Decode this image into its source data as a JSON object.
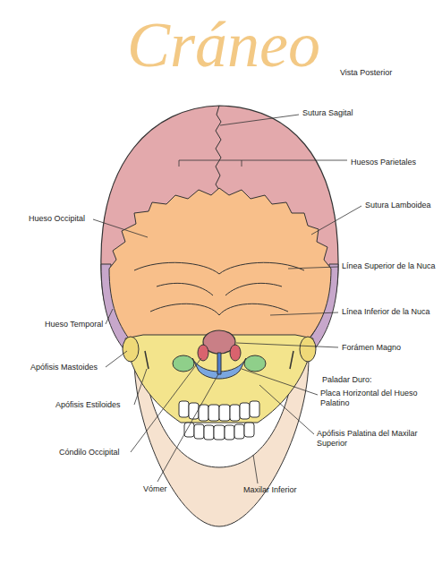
{
  "diagram": {
    "title": "Cráneo",
    "labels": [
      "Vista Posterior",
      "Sutura Sagital",
      "Huesos Parietales",
      "Sutura Lamboidea",
      "Hueso Occipital",
      "Línea Superior de la Nuca",
      "Línea Inferior de la Nuca",
      "Hueso Temporal",
      "Forámen Magno",
      "Apófisis Mastoides",
      "Paladar Duro:",
      "Placa Horizontal del Hueso Palatino",
      "Apófisis Estiloides",
      "Apófisis Palatina del Maxilar Superior",
      "Cóndilo Occipital",
      "Vómer",
      "Maxilar Inferior"
    ]
  }
}
